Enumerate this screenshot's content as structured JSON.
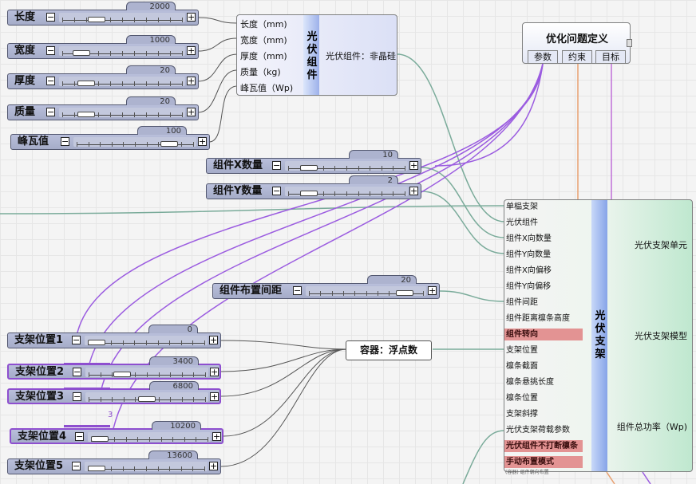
{
  "sliders": {
    "length": {
      "label": "长度",
      "value": "2000",
      "fraction": 0.25
    },
    "width": {
      "label": "宽度",
      "value": "1000",
      "fraction": 0.1
    },
    "thickness": {
      "label": "厚度",
      "value": "20",
      "fraction": 0.15
    },
    "mass": {
      "label": "质量",
      "value": "20",
      "fraction": 0.15
    },
    "peak_power": {
      "label": "峰瓦值",
      "value": "100",
      "fraction": 0.85
    },
    "count_x": {
      "label": "组件X数量",
      "value": "10",
      "fraction": 0.12
    },
    "count_y": {
      "label": "组件Y数量",
      "value": "2",
      "fraction": 0.12
    },
    "spacing": {
      "label": "组件布置间距",
      "value": "20",
      "fraction": 0.9
    },
    "pos1": {
      "label": "支架位置1",
      "value": "0",
      "fraction": 0.0
    },
    "pos2": {
      "label": "支架位置2",
      "value": "3400",
      "fraction": 0.25
    },
    "pos3": {
      "label": "支架位置3",
      "value": "6800",
      "fraction": 0.5
    },
    "pos4": {
      "label": "支架位置4",
      "value": "10200",
      "fraction": 0.0
    },
    "pos5": {
      "label": "支架位置5",
      "value": "13600",
      "fraction": 0.0
    }
  },
  "pv_component": {
    "title": "光伏组件",
    "inputs": [
      "长度（mm)",
      "宽度（mm)",
      "厚度（mm)",
      "质量（kg)",
      "峰瓦值（Wp)"
    ],
    "output": "光伏组件：非晶硅"
  },
  "optimization": {
    "title": "优化问题定义",
    "tabs": [
      "参数",
      "约束",
      "目标"
    ]
  },
  "container": {
    "label": "容器：浮点数"
  },
  "wire_badge": "3",
  "bracket": {
    "title": "光伏支架",
    "inputs": [
      "单榀支架",
      "光伏组件",
      "组件X向数量",
      "组件Y向数量",
      "组件X向偏移",
      "组件Y向偏移",
      "组件间距",
      "组件距离檩条高度",
      "组件转向",
      "支架位置",
      "檩条截面",
      "檩条悬挑长度",
      "檩条位置",
      "支架斜撑",
      "光伏支架荷载参数",
      "光伏组件不打断檩条",
      "手动布置模式"
    ],
    "warned_inputs": [
      8,
      15,
      16
    ],
    "outputs": [
      "光伏支架单元",
      "光伏支架模型",
      "组件总功率（Wp)"
    ],
    "footnote": "(容器) 组件朝向布置"
  }
}
